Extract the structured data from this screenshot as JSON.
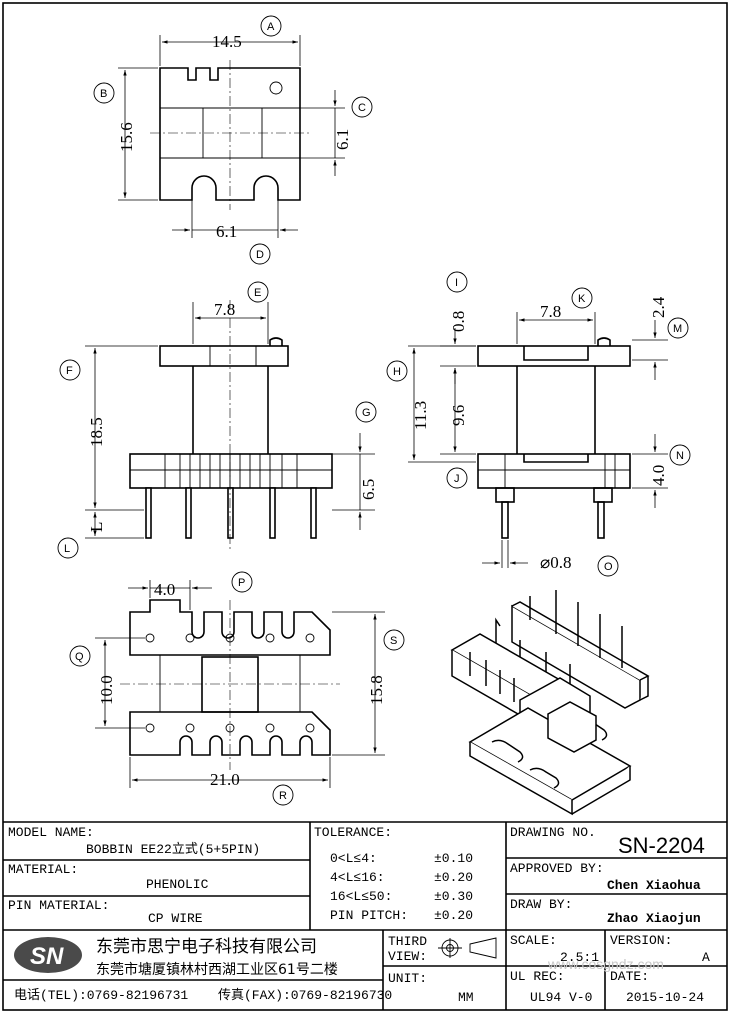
{
  "drawing": {
    "dims": {
      "a": "14.5",
      "b": "15.6",
      "c": "6.1",
      "d": "6.1",
      "e": "7.8",
      "f": "18.5",
      "g": "6.5",
      "l": "L",
      "i": "0.8",
      "k": "7.8",
      "m": "2.4",
      "h": "11.3",
      "h2": "9.6",
      "n": "4.0",
      "o": "⌀0.8",
      "p": "4.0",
      "q": "10.0",
      "s": "15.8",
      "r": "21.0"
    },
    "callouts": [
      "A",
      "B",
      "C",
      "D",
      "E",
      "F",
      "G",
      "L",
      "I",
      "K",
      "M",
      "H",
      "J",
      "N",
      "O",
      "P",
      "Q",
      "S",
      "R"
    ]
  },
  "title_block": {
    "model_label": "MODEL NAME:",
    "model_value": "BOBBIN EE22立式(5+5PIN)",
    "material_label": "MATERIAL:",
    "material_value": "PHENOLIC",
    "pin_material_label": "PIN MATERIAL:",
    "pin_material_value": "CP WIRE",
    "tolerance_label": "TOLERANCE:",
    "tolerances": [
      {
        "range": "0<L≤4:",
        "value": "±0.10"
      },
      {
        "range": "4<L≤16:",
        "value": "±0.20"
      },
      {
        "range": "16<L≤50:",
        "value": "±0.30"
      },
      {
        "range": "PIN PITCH:",
        "value": "±0.20"
      }
    ],
    "drawing_no_label": "DRAWING NO.",
    "drawing_no_value": "SN-2204",
    "approved_label": "APPROVED BY:",
    "approved_value": "Chen Xiaohua",
    "draw_label": "DRAW BY:",
    "draw_value": "Zhao Xiaojun",
    "logo_text": "SN",
    "company_name": "东莞市思宁电子科技有限公司",
    "company_address": "东莞市塘厦镇林村西湖工业区61号二楼",
    "phone": "电话(TEL):0769-82196731",
    "fax": "传真(FAX):0769-82196730",
    "third_view_label_1": "THIRD",
    "third_view_label_2": "VIEW:",
    "unit_label": "UNIT:",
    "unit_value": "MM",
    "scale_label": "SCALE:",
    "scale_value": "2.5:1",
    "version_label": "VERSION:",
    "version_value": "A",
    "ul_label": "UL REC:",
    "ul_value": "UL94 V-0",
    "date_label": "DATE:",
    "date_value": "2015-10-24",
    "watermark": "www.cosgndz.com"
  }
}
